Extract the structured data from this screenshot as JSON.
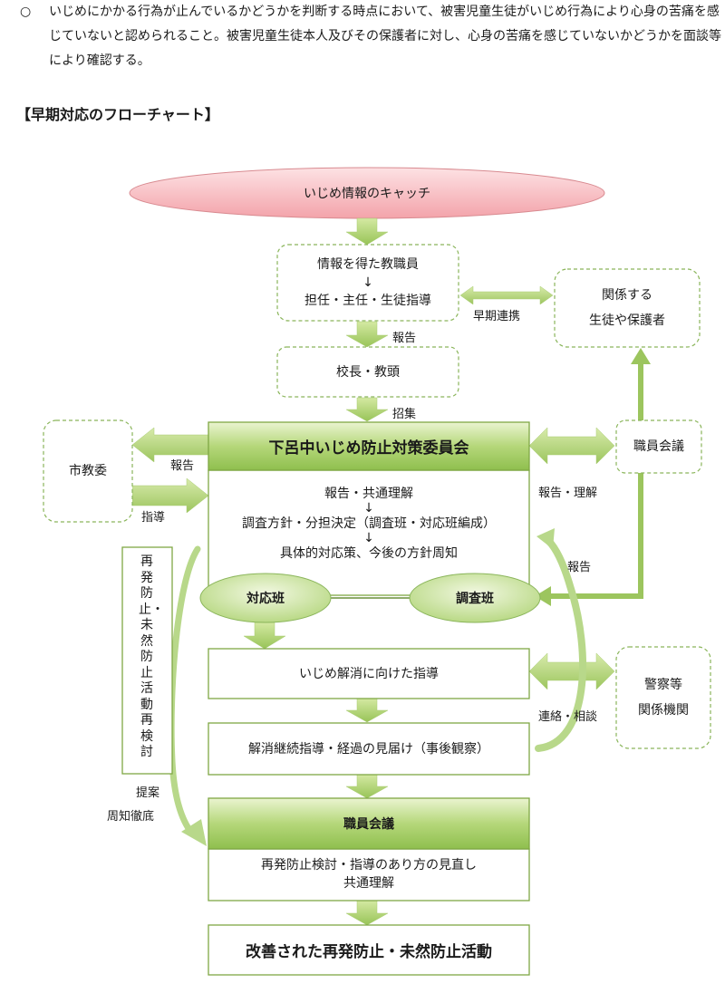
{
  "paragraph": {
    "marker": "○",
    "text": "いじめにかかる行為が止んでいるかどうかを判断する時点において、被害児童生徒がいじめ行為により心身の苦痛を感じていないと認められること。被害児童生徒本人及びその保護者に対し、心身の苦痛を感じていないかどうかを面談等により確認する。"
  },
  "heading": "【早期対応のフローチャート】",
  "flow": {
    "catch": "いじめ情報のキャッチ",
    "teacher": {
      "line1": "情報を得た教職員",
      "arrow": "↓",
      "line2": "担任・主任・生徒指導"
    },
    "related": {
      "line1": "関係する",
      "line2": "生徒や保護者"
    },
    "early_link": "早期連携",
    "report1": "報告",
    "principal": "校長・教頭",
    "convene": "招集",
    "committee_title": "下呂中いじめ防止対策委員会",
    "committee_body": {
      "line1": "報告・共通理解",
      "arrow1": "↓",
      "line2": "調査方針・分担決定（調査班・対応班編成）",
      "arrow2": "↓",
      "line3": "具体的対応策、今後の方針周知"
    },
    "response_team": "対応班",
    "investigation_team": "調査班",
    "city_board": "市教委",
    "report_city": "報告",
    "guidance_city": "指導",
    "staff_meeting_right": "職員会議",
    "report_understand": "報告・理解",
    "report_right": "報告",
    "resolve_guidance": "いじめ解消に向けた指導",
    "police": {
      "line1": "警察等",
      "line2": "関係機関"
    },
    "contact_consult": "連絡・相談",
    "continue_guidance": "解消継続指導・経過の見届け（事後観察）",
    "staff_meeting": "職員会議",
    "review": {
      "line1": "再発防止検討・指導のあり方の見直し",
      "line2": "共通理解"
    },
    "vertical": "再発防止・未然防止活動再検討",
    "propose": "提案",
    "notify": "周知徹底",
    "final": "改善された再発防止・未然防止活動"
  },
  "colors": {
    "green_light": "#c6df8c",
    "green_dark": "#8cb84a",
    "green_border": "#7fa744",
    "pink": "#f6b3b8",
    "pink_border": "#d88a90"
  }
}
